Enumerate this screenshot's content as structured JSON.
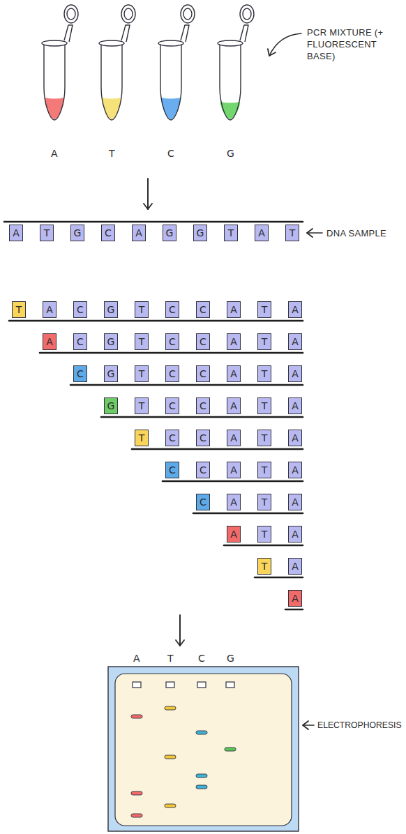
{
  "diagram": {
    "nodes": [
      {
        "text": [
          "A"
        ]
      },
      {
        "text": [
          "T"
        ]
      },
      {
        "text": [
          "G"
        ]
      },
      {
        "text": [
          "C"
        ]
      },
      {
        "text": [
          "A"
        ]
      },
      {
        "text": [
          "G"
        ]
      },
      {
        "text": [
          "G"
        ]
      },
      {
        "text": [
          "T"
        ]
      },
      {
        "text": [
          "A"
        ]
      },
      {
        "text": [
          "T"
        ]
      },
      {
        "text": [
          "T"
        ]
      },
      {
        "text": [
          "A"
        ]
      },
      {
        "text": [
          "C"
        ]
      },
      {
        "text": [
          "G"
        ]
      },
      {
        "text": [
          "T"
        ]
      },
      {
        "text": [
          "C"
        ]
      },
      {
        "text": [
          "C"
        ]
      },
      {
        "text": [
          "A"
        ]
      },
      {
        "text": [
          "T"
        ]
      },
      {
        "text": [
          "A"
        ]
      },
      {
        "text": [
          "A"
        ]
      },
      {
        "text": [
          "C"
        ]
      },
      {
        "text": [
          "G"
        ]
      },
      {
        "text": [
          "T"
        ]
      },
      {
        "text": [
          "C"
        ]
      },
      {
        "text": [
          "C"
        ]
      },
      {
        "text": [
          "A"
        ]
      },
      {
        "text": [
          "T"
        ]
      },
      {
        "text": [
          "A"
        ]
      },
      {
        "text": [
          "C"
        ]
      },
      {
        "text": [
          "G"
        ]
      },
      {
        "text": [
          "T"
        ]
      },
      {
        "text": [
          "C"
        ]
      },
      {
        "text": [
          "C"
        ]
      },
      {
        "text": [
          "A"
        ]
      },
      {
        "text": [
          "T"
        ]
      },
      {
        "text": [
          "A"
        ]
      },
      {
        "text": [
          "G"
        ]
      },
      {
        "text": [
          "T"
        ]
      },
      {
        "text": [
          "C"
        ]
      },
      {
        "text": [
          "C"
        ]
      },
      {
        "text": [
          "A"
        ]
      },
      {
        "text": [
          "T"
        ]
      },
      {
        "text": [
          "A"
        ]
      },
      {
        "text": [
          "T"
        ]
      },
      {
        "text": [
          "C"
        ]
      },
      {
        "text": [
          "C"
        ]
      },
      {
        "text": [
          "A"
        ]
      },
      {
        "text": [
          "T"
        ]
      },
      {
        "text": [
          "A"
        ]
      },
      {
        "text": [
          "C"
        ]
      },
      {
        "text": [
          "C"
        ]
      },
      {
        "text": [
          "A"
        ]
      },
      {
        "text": [
          "T"
        ]
      },
      {
        "text": [
          "A"
        ]
      },
      {
        "text": [
          "C"
        ]
      },
      {
        "text": [
          "A"
        ]
      },
      {
        "text": [
          "T"
        ]
      },
      {
        "text": [
          "A"
        ]
      },
      {
        "text": [
          "A"
        ]
      },
      {
        "text": [
          "T"
        ]
      },
      {
        "text": [
          "A"
        ]
      },
      {
        "text": [
          "T"
        ]
      },
      {
        "text": [
          "A"
        ]
      },
      {
        "text": [
          "A"
        ]
      }
    ],
    "labels": [
      "A",
      "T",
      "C",
      "G",
      "PCR MIXTURE (+ FLUORESCENT BASE)",
      "DNA SAMPLE",
      "A",
      "T",
      "C",
      "G",
      "ELECTROPHORESIS"
    ]
  }
}
